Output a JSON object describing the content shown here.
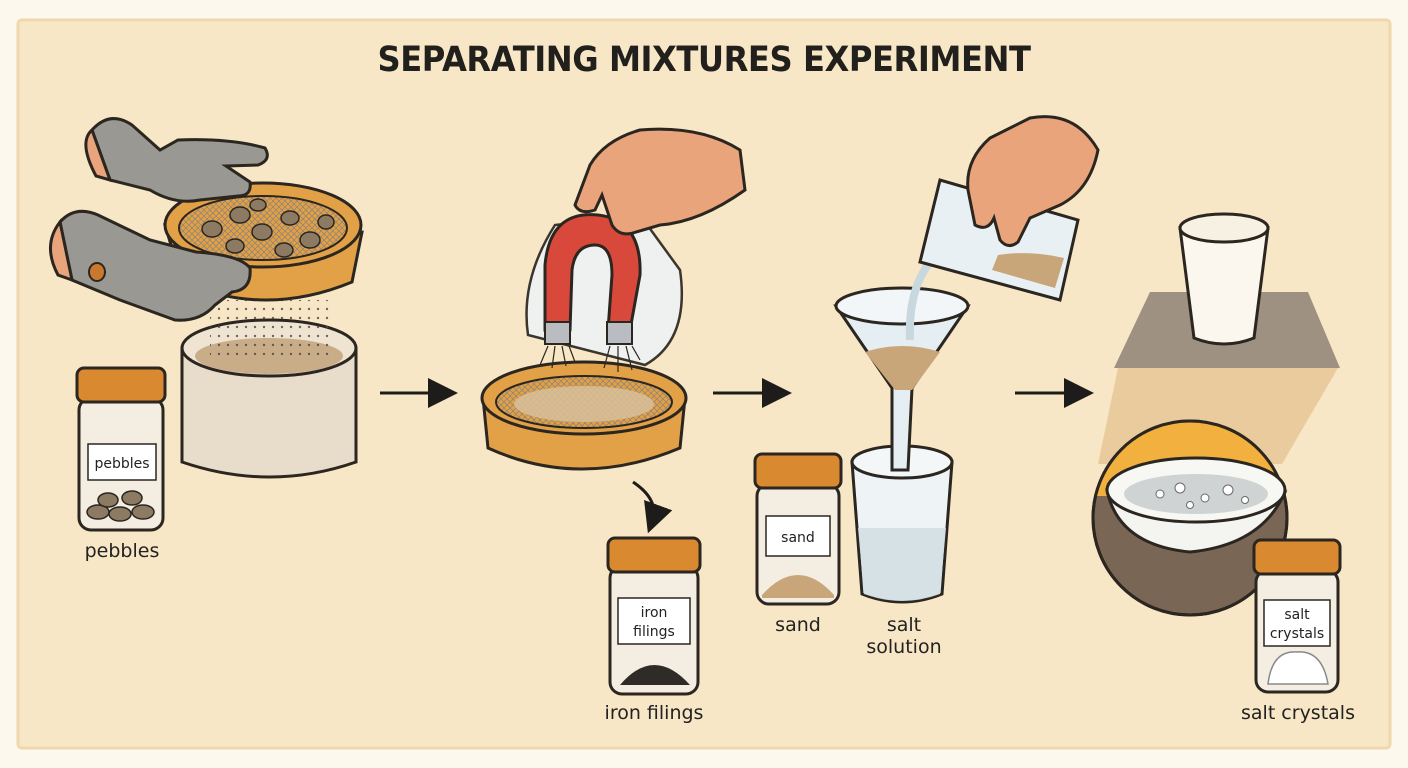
{
  "title": "SEPARATING MIXTURES EXPERIMENT",
  "steps": [
    {
      "jar_label": "pebbles",
      "caption": "pebbles"
    },
    {
      "jar_label_line1": "iron",
      "jar_label_line2": "filings",
      "caption": "iron filings"
    },
    {
      "jar_label": "sand",
      "caption": "sand",
      "cup_caption_line1": "salt",
      "cup_caption_line2": "solution"
    },
    {
      "jar_label_line1": "salt",
      "jar_label_line2": "crystals",
      "caption": "salt crystals"
    }
  ],
  "colors": {
    "background": "#f8e7c6",
    "border": "#f0d7ad",
    "sieve": "#e2a047",
    "jar_lid": "#d9892f",
    "magnet_red": "#d9493b",
    "glove": "#9a9893",
    "skin": "#e9a47c"
  },
  "icons": [
    "glove-hand-icon",
    "sieve-icon",
    "magnet-icon",
    "funnel-icon",
    "beaker-icon",
    "jar-icon",
    "arrow-right-icon",
    "evaporating-dish-icon"
  ]
}
